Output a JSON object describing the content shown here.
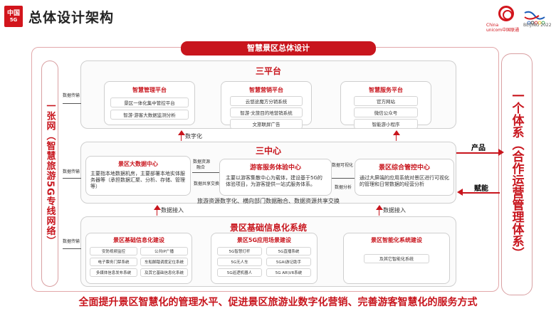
{
  "header": {
    "logo_top": "中国",
    "logo_bottom": "5G",
    "title": "总体设计架构",
    "cu_text_1": "China",
    "cu_text_2": "unicom中国联通",
    "olymp_text": "BEIJING 2022"
  },
  "banner": "智慧景区总体设计",
  "left_side": "一张网（智慧旅游5G专线网络）",
  "right_side": "一个体系（合作运营管理体系）",
  "side_labels": {
    "product": "产品",
    "funding": "赋能"
  },
  "platform": {
    "title": "三平台",
    "data_transfer": "数据传输",
    "cols": [
      {
        "head": "智慧管理平台",
        "items": [
          "景区一体化集中管控平台",
          "智游·游客大数据监测分析"
        ]
      },
      {
        "head": "智慧营销平台",
        "items": [
          "云悠途魔方分销系统",
          "智游·文旅目的地营销系统",
          "文旅联屏广告"
        ]
      },
      {
        "head": "智慧服务平台",
        "items": [
          "官方网站",
          "微信公众号",
          "智能游小程序"
        ]
      }
    ]
  },
  "mid_arrow": "数字化",
  "center": {
    "title": "三中心",
    "data_transfer": "数据传输",
    "bigdata": {
      "head": "景区大数据中心",
      "text": "主要指本地数据机房，主要部署本地实体服务器等（承担数据汇聚、分析、存储、管理等）"
    },
    "service": {
      "head": "游客服务体验中心",
      "text": "主要以游客集散中心为载体，建设基于5G的体验项目，为游客提供一站式服务体系。"
    },
    "control": {
      "head": "景区综合管控中心",
      "text": "通过大屏端的应用系统对景区进行可视化的管理和日常数据的经营分析"
    },
    "link_left_top": "数据资源",
    "link_left_mid": "融合",
    "link_left_bot": "数据共享交换",
    "link_right_top": "数据可视化",
    "link_right_bot": "数据分析",
    "footer": "旅游资源数字化、横向部门数据融合、数据资源共享交换"
  },
  "access_labels": [
    "数据接入",
    "数据接入"
  ],
  "base": {
    "title": "景区基础信息化系统",
    "data_transfer": "数据传输",
    "cols": [
      {
        "head": "景区基础信息化建设",
        "items": [
          "安防视频监控",
          "公共IP广播",
          "电子票务门禁系统",
          "车船脚踏调度定位系统",
          "多媒体信息发布系统",
          "及其它基础信息化系统"
        ]
      },
      {
        "head": "景区5G应用场景建设",
        "items": [
          "5G智慧灯杆",
          "5G直播系统",
          "5G无人车",
          "5GAI游记助手",
          "5G巡逻机器人",
          "5G AR\\VR系统"
        ]
      },
      {
        "head": "景区智能化系统建设",
        "items": [
          "及其它智能化系统"
        ]
      }
    ]
  },
  "slogan": "全面提升景区智慧化的管理水平、促进景区旅游业数字化营销、完善游客智慧化的服务方式",
  "colors": {
    "accent": "#c8151d"
  }
}
